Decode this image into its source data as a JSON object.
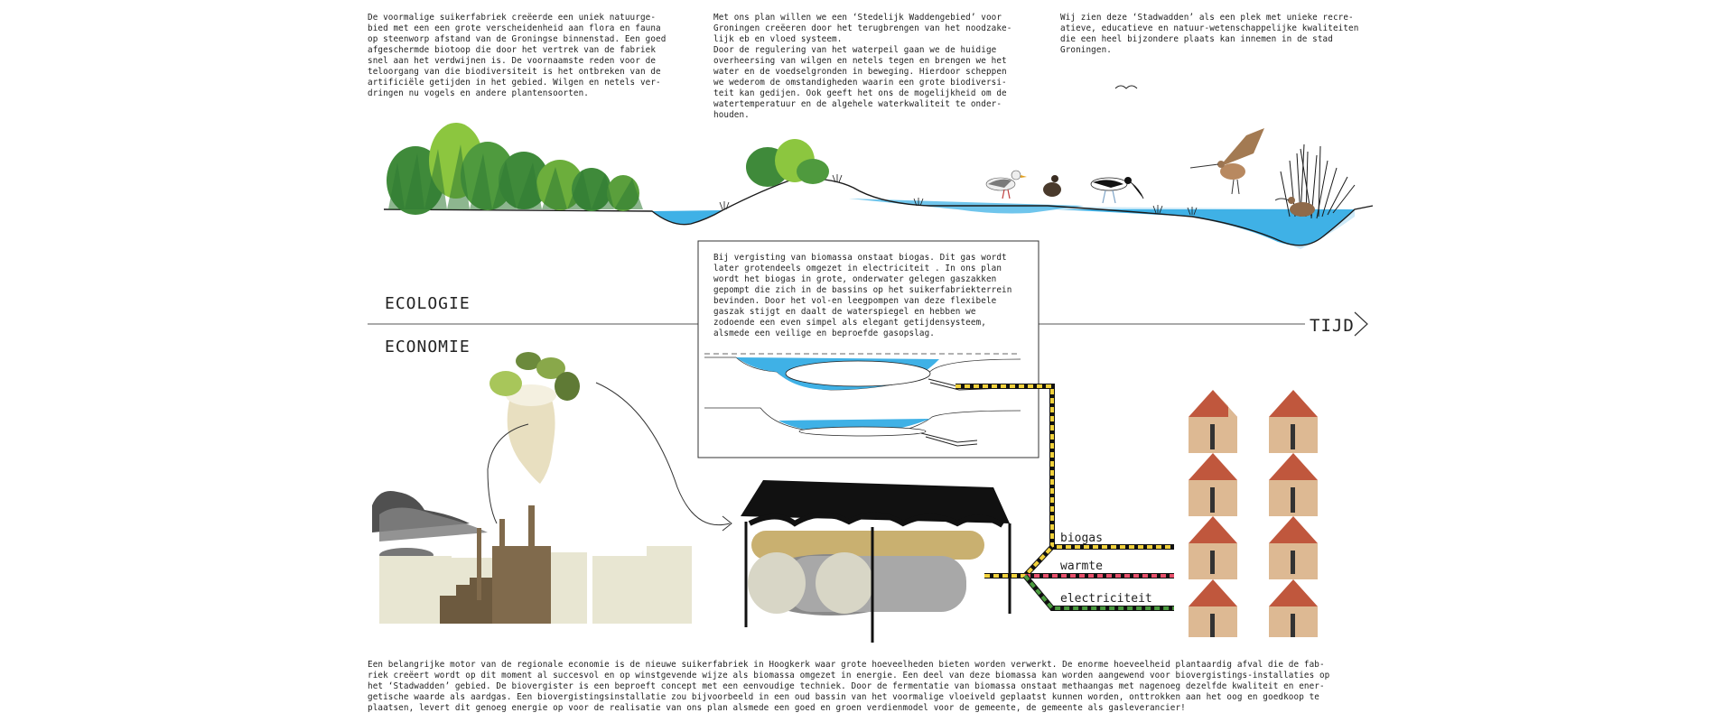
{
  "texts": {
    "top_left": "De voormalige suikerfabriek creëerde een uniek natuurge-\nbied met een een grote verscheidenheid aan flora en fauna\nop steenworp afstand van de Groningse binnenstad. Een goed\nafgeschermde biotoop die door het vertrek van de fabriek\nsnel aan het verdwijnen is. De voornaamste reden voor de\nteloorgang van die biodiversiteit is het ontbreken van de\nartificiële getijden in het gebied. Wilgen en netels ver-\ndringen nu vogels en andere plantensoorten.",
    "top_middle": "Met ons plan willen we een ‘Stedelijk Waddengebied’ voor\nGroningen creëeren door het terugbrengen van het noodzake-\nlijk eb en vloed systeem.\nDoor de regulering van het waterpeil gaan we de huidige\noverheersing van wilgen en netels tegen en brengen we het\nwater en de voedselgronden in beweging. Hierdoor scheppen\nwe wederom de omstandigheden waarin een grote biodiversi-\nteit kan gedijen. Ook geeft het ons de mogelijkheid om de\nwatertemperatuur en de algehele waterkwaliteit te onder-\nhouden.",
    "top_right": "Wij zien deze ‘Stadwadden’ als een plek met unieke recre-\natieve, educatieve en natuur-wetenschappelijke kwaliteiten\ndie een heel bijzondere plaats kan innemen in de stad\nGroningen.",
    "box": "Bij vergisting van biomassa onstaat biogas. Dit gas wordt\nlater grotendeels omgezet in electriciteit . In ons plan\nwordt het biogas in grote, onderwater gelegen gaszakken\ngepompt die zich in de bassins op het suikerfabriekterrein\nbevinden. Door het vol-en leegpompen van deze flexibele\ngaszak stijgt en daalt de waterspiegel en hebben we\nzodoende een even simpel als elegant getijdensysteem,\nalsmede een veilige en beproefde gasopslag.",
    "bottom": "Een belangrijke motor van de regionale economie is de nieuwe suikerfabriek in Hoogkerk waar grote hoeveelheden bieten worden verwerkt. De enorme hoeveelheid plantaardig afval die de fab-\nriek creëert wordt op dit moment al succesvol en op winstgevende wijze als biomassa omgezet in energie. Een deel van deze biomassa kan worden aangewend voor biovergistings-installaties op\nhet ‘Stadwadden’ gebied. De biovergister is een beproeft concept met een eenvoudige techniek. Door de fermentatie van biomassa onstaat methaangas met nagenoeg dezelfde kwaliteit en ener-\ngetische waarde als aardgas. Een biovergistingsinstallatie zou bijvoorbeeld in een oud bassin van het voormalige vloeiveld geplaatst kunnen worden, onttrokken aan het oog en goedkoop te\nplaatsen, levert dit genoeg energie op voor de realisatie van ons plan alsmede een goed en groen verdienmodel voor de gemeente, de gemeente als gasleverancier!"
  },
  "labels": {
    "ecologie": "ECOLOGIE",
    "economie": "ECONOMIE",
    "tijd": "TIJD"
  },
  "flows": {
    "biogas": "biogas",
    "warmte": "warmte",
    "electriciteit": "electriciteit"
  },
  "colors": {
    "water": "#3fb1e6",
    "water_light": "#c9e8f7",
    "foliage_dark": "#3f8a3a",
    "foliage_light": "#8cc63f",
    "biogas_line": "#f2d23c",
    "warmte_line": "#e8506b",
    "electriciteit_line": "#4a9a3e",
    "roof": "#c0573d",
    "house": "#ddb993",
    "factory_brown": "#806a4c",
    "factory_cream": "#e8e6d2"
  }
}
